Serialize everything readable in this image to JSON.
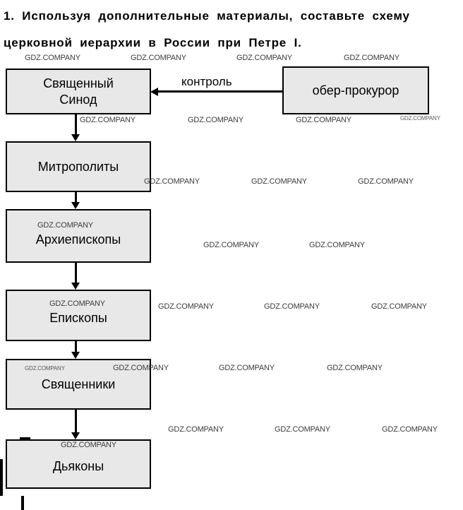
{
  "title": {
    "line1": "1. Используя дополнительные материалы, составьте схему",
    "line2": "церковной иерархии в России при Петре I."
  },
  "watermark": "GDZ.COMPANY",
  "diagram": {
    "control_label": "контроль",
    "nodes": {
      "sinod": "Священный\nСинод",
      "ober_prokuror": "обер-прокурор",
      "mitropolity": "Митрополиты",
      "arhiepiskopy": "Архиепископы",
      "episkopy": "Епископы",
      "svyashchenniki": "Священники",
      "dyakony": "Дьяконы"
    }
  },
  "colors": {
    "box_fill": "#e8e8e8",
    "box_border": "#000000",
    "watermark_color": "#3d3d3d"
  }
}
